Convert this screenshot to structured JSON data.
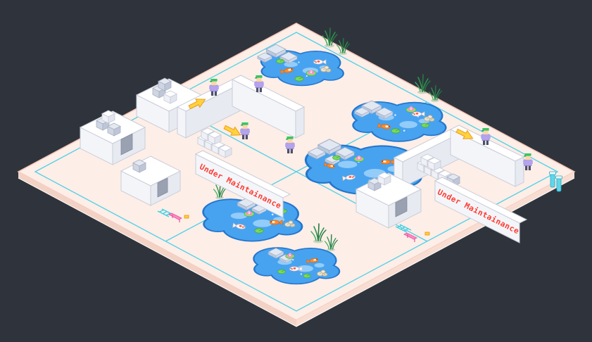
{
  "banners": {
    "left": {
      "text": "Under Maintainance"
    },
    "right": {
      "text": "Under Maintainance"
    }
  },
  "scene": {
    "style": "isometric pixel-art maintenance site",
    "pond_count": 5,
    "worker_count": 6,
    "arrow_count": 3,
    "building_count": 6,
    "banner_count": 2
  },
  "palette": {
    "background": "#2f343c",
    "platform_top": "#fdeee7",
    "platform_edge": "#f3d2c6",
    "grid_line": "#4fd0e8",
    "water": "#47a3f0",
    "water_deep": "#2476cc",
    "water_light": "#93ccf8",
    "building": "#ffffff",
    "banner_text": "#ff3b30",
    "arrow": "#ffd23e",
    "worker_hat": "#37c565",
    "worker_shirt": "#b4a4ee",
    "koi_orange": "#ff8c2e",
    "lily_green": "#7bd95c",
    "stone_grey": "#e2e8f2",
    "ladder_cyan": "#3ed0e6",
    "bench_pink": "#ff8ac4"
  }
}
